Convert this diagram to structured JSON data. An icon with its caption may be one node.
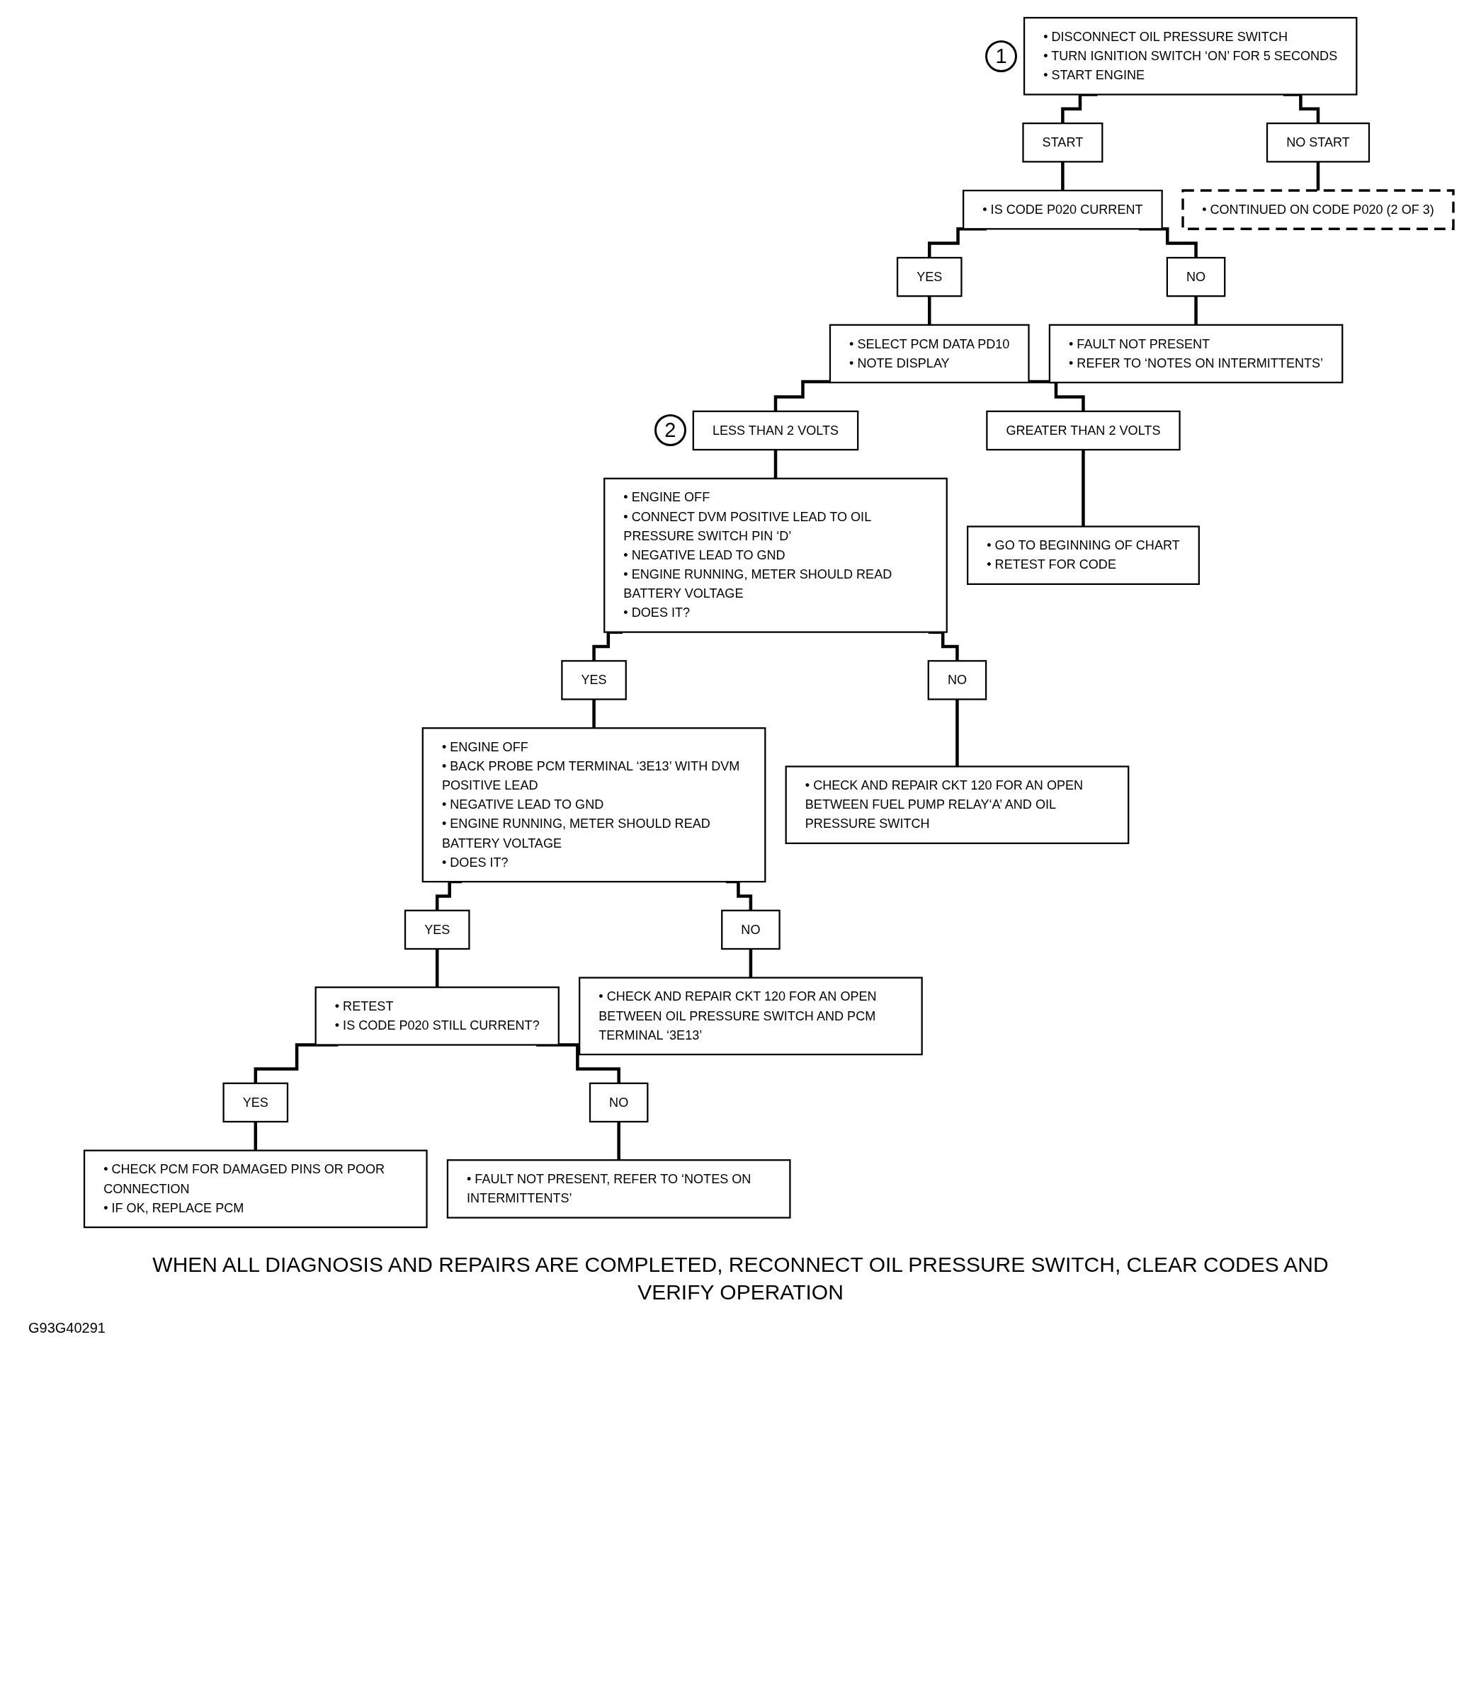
{
  "diagram": {
    "nodes": [
      {
        "text": [
          "• DISCONNECT OIL PRESSURE SWITCH",
          "• TURN IGNITION SWITCH ‘ON’ FOR 5 SECONDS",
          "• START ENGINE"
        ],
        "beside": [
          "1"
        ]
      },
      {
        "text": [
          "START"
        ]
      },
      {
        "text": [
          "NO START"
        ]
      },
      {
        "text": [
          "• IS CODE P020 CURRENT"
        ]
      },
      {
        "text": [
          "• CONTINUED ON CODE P020 (2 OF 3)"
        ]
      },
      {
        "text": [
          "YES"
        ]
      },
      {
        "text": [
          "NO"
        ]
      },
      {
        "text": [
          "• SELECT PCM DATA PD10",
          "• NOTE DISPLAY"
        ]
      },
      {
        "text": [
          "• FAULT NOT PRESENT",
          "• REFER TO ‘NOTES ON INTERMITTENTS’"
        ]
      },
      {
        "text": [
          "LESS THAN 2 VOLTS"
        ],
        "beside": [
          "2"
        ]
      },
      {
        "text": [
          "GREATER THAN 2 VOLTS"
        ]
      },
      {
        "text": [
          "• ENGINE OFF",
          "• CONNECT DVM POSITIVE LEAD TO OIL PRESSURE SWITCH PIN ‘D’",
          "• NEGATIVE LEAD TO GND",
          "• ENGINE RUNNING, METER SHOULD READ BATTERY VOLTAGE",
          "• DOES IT?"
        ]
      },
      {
        "text": [
          "• GO TO BEGINNING OF CHART",
          "• RETEST FOR CODE"
        ]
      },
      {
        "text": [
          "YES"
        ]
      },
      {
        "text": [
          "NO"
        ]
      },
      {
        "text": [
          "• ENGINE OFF",
          "• BACK PROBE PCM TERMINAL ‘3E13’ WITH DVM POSITIVE LEAD",
          "• NEGATIVE LEAD TO GND",
          "• ENGINE RUNNING, METER SHOULD READ BATTERY VOLTAGE",
          "• DOES IT?"
        ]
      },
      {
        "text": [
          "• CHECK AND REPAIR CKT 120 FOR AN OPEN BETWEEN FUEL PUMP RELAY‘A’ AND OIL PRESSURE SWITCH"
        ]
      },
      {
        "text": [
          "YES"
        ]
      },
      {
        "text": [
          "NO"
        ]
      },
      {
        "text": [
          "• RETEST",
          "• IS CODE P020 STILL CURRENT?"
        ]
      },
      {
        "text": [
          "• CHECK AND REPAIR CKT 120 FOR AN OPEN BETWEEN OIL PRESSURE SWITCH AND PCM TERMINAL ‘3E13’"
        ]
      },
      {
        "text": [
          "YES"
        ]
      },
      {
        "text": [
          "NO"
        ]
      },
      {
        "text": [
          "• CHECK PCM FOR DAMAGED PINS OR POOR CONNECTION",
          "• IF OK, REPLACE PCM"
        ]
      },
      {
        "text": [
          "• FAULT NOT PRESENT, REFER TO ‘NOTES ON INTERMITTENTS’"
        ]
      }
    ],
    "edges": [
      {
        "from": 0,
        "to": 1,
        "arrow": "none"
      },
      {
        "from": 0,
        "to": 2,
        "arrow": "none"
      },
      {
        "from": 1,
        "to": 3,
        "arrow": "none"
      },
      {
        "from": 2,
        "to": 4,
        "arrow": "none"
      },
      {
        "from": 3,
        "to": 5,
        "arrow": "none"
      },
      {
        "from": 3,
        "to": 6,
        "arrow": "none"
      },
      {
        "from": 5,
        "to": 7,
        "arrow": "none"
      },
      {
        "from": 6,
        "to": 8,
        "arrow": "none"
      },
      {
        "from": 7,
        "to": 9,
        "arrow": "none"
      },
      {
        "from": 7,
        "to": 10,
        "arrow": "none"
      },
      {
        "from": 9,
        "to": 11,
        "arrow": "none"
      },
      {
        "from": 10,
        "to": 12,
        "arrow": "none"
      },
      {
        "from": 11,
        "to": 13,
        "arrow": "none"
      },
      {
        "from": 11,
        "to": 14,
        "arrow": "none"
      },
      {
        "from": 13,
        "to": 15,
        "arrow": "none"
      },
      {
        "from": 14,
        "to": 16,
        "arrow": "none"
      },
      {
        "from": 15,
        "to": 17,
        "arrow": "none"
      },
      {
        "from": 15,
        "to": 18,
        "arrow": "none"
      },
      {
        "from": 17,
        "to": 19,
        "arrow": "none"
      },
      {
        "from": 18,
        "to": 20,
        "arrow": "none"
      },
      {
        "from": 19,
        "to": 21,
        "arrow": "none"
      },
      {
        "from": 19,
        "to": 22,
        "arrow": "none"
      },
      {
        "from": 21,
        "to": 23,
        "arrow": "none"
      },
      {
        "from": 22,
        "to": 24,
        "arrow": "none"
      }
    ],
    "labels": [
      "G93G40291"
    ],
    "caption": "WHEN ALL DIAGNOSIS AND REPAIRS ARE COMPLETED, RECONNECT OIL PRESSURE SWITCH, CLEAR CODES AND VERIFY OPERATION"
  }
}
